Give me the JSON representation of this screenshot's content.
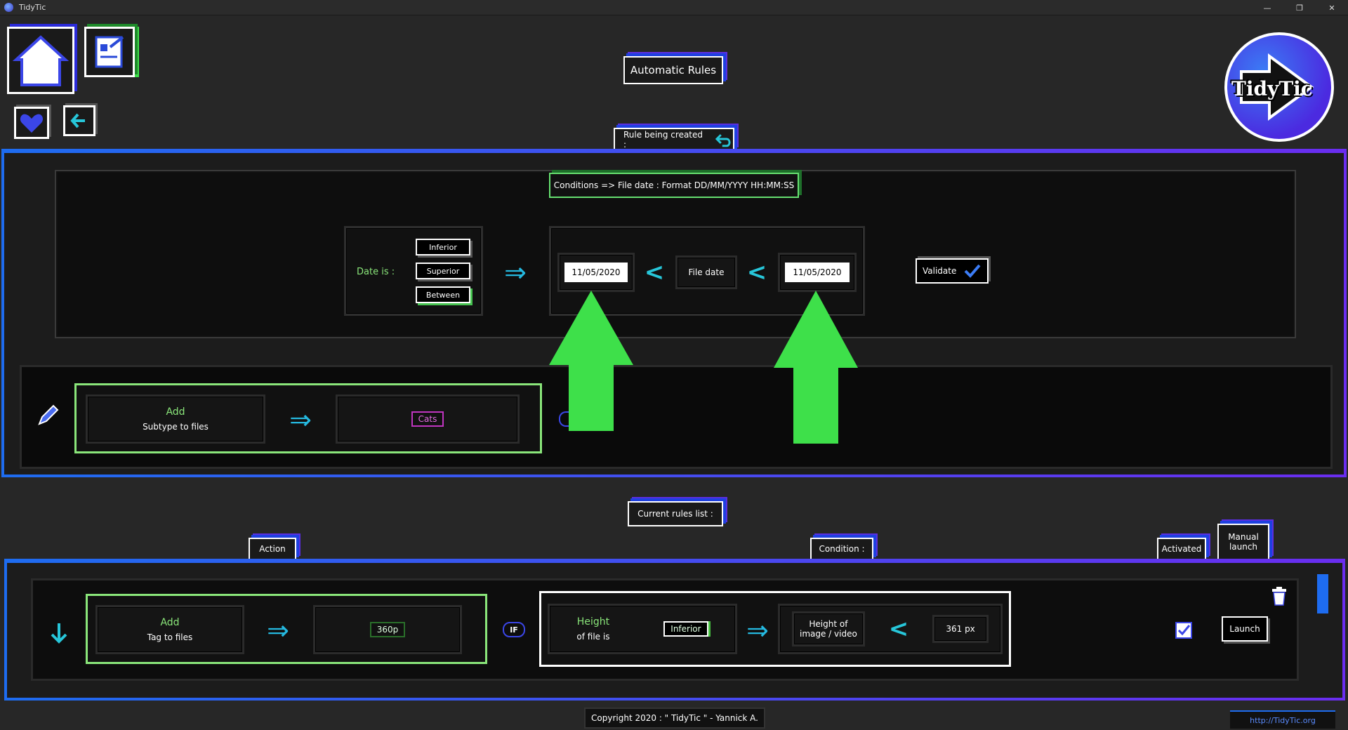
{
  "window": {
    "title": "TidyTic",
    "minimize": "—",
    "restore": "❐",
    "close": "✕"
  },
  "header": {
    "page_title": "Automatic Rules",
    "logo_text": "TidyTic",
    "rule_being_created": "Rule being created :"
  },
  "conditions": {
    "title": "Conditions => File date : Format DD/MM/YYYY HH:MM:SS",
    "date_is_label": "Date is :",
    "options": [
      "Inferior",
      "Superior",
      "Between"
    ],
    "date_from": "11/05/2020",
    "file_date_label": "File date",
    "date_to": "11/05/2020",
    "validate_label": "Validate"
  },
  "action_editor": {
    "action_title": "Add",
    "action_subtitle": "Subtype to files",
    "value": "Cats"
  },
  "rules_list": {
    "title": "Current rules list :",
    "col_action": "Action",
    "col_condition": "Condition :",
    "col_activated": "Activated",
    "col_manual_launch": "Manual launch",
    "rows": [
      {
        "action_title": "Add",
        "action_subtitle": "Tag to files",
        "value": "360p",
        "if_label": "IF",
        "condition_title": "Height",
        "condition_subtitle": "of file is",
        "operator": "Inferior",
        "target_label": "Height of image / video",
        "compare_value": "361 px",
        "launch_label": "Launch"
      }
    ]
  },
  "footer": {
    "copyright": "Copyright 2020 : \" TidyTic \" - Yannick A.",
    "url": "http://TidyTic.org"
  },
  "colors": {
    "accent_blue": "#1e6cf0",
    "accent_purple": "#6a2df0",
    "accent_green": "#3ee04a",
    "accent_cyan": "#27c6d9"
  }
}
